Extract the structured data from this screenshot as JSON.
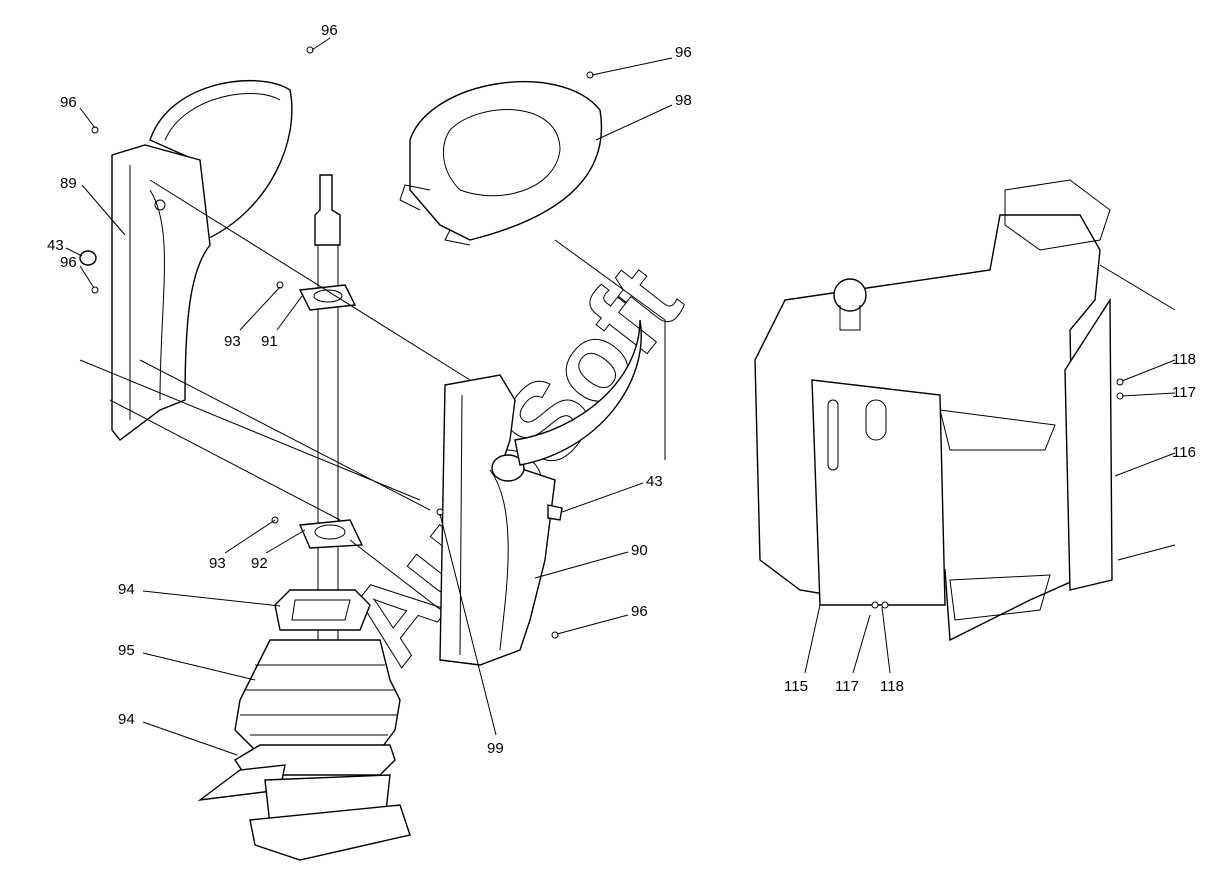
{
  "diagram": {
    "watermark": "AutoSoft",
    "callouts": [
      {
        "id": "c1",
        "text": "96"
      },
      {
        "id": "c2",
        "text": "96"
      },
      {
        "id": "c3",
        "text": "89"
      },
      {
        "id": "c4",
        "text": "43"
      },
      {
        "id": "c5",
        "text": "96"
      },
      {
        "id": "c6",
        "text": "93"
      },
      {
        "id": "c7",
        "text": "91"
      },
      {
        "id": "c8",
        "text": "96"
      },
      {
        "id": "c9",
        "text": "98"
      },
      {
        "id": "c10",
        "text": "43"
      },
      {
        "id": "c11",
        "text": "90"
      },
      {
        "id": "c12",
        "text": "96"
      },
      {
        "id": "c13",
        "text": "99"
      },
      {
        "id": "c14",
        "text": "93"
      },
      {
        "id": "c15",
        "text": "92"
      },
      {
        "id": "c16",
        "text": "94"
      },
      {
        "id": "c17",
        "text": "95"
      },
      {
        "id": "c18",
        "text": "94"
      },
      {
        "id": "c19",
        "text": "118"
      },
      {
        "id": "c20",
        "text": "117"
      },
      {
        "id": "c21",
        "text": "116"
      },
      {
        "id": "c22",
        "text": "115"
      },
      {
        "id": "c23",
        "text": "117"
      },
      {
        "id": "c24",
        "text": "118"
      }
    ]
  }
}
